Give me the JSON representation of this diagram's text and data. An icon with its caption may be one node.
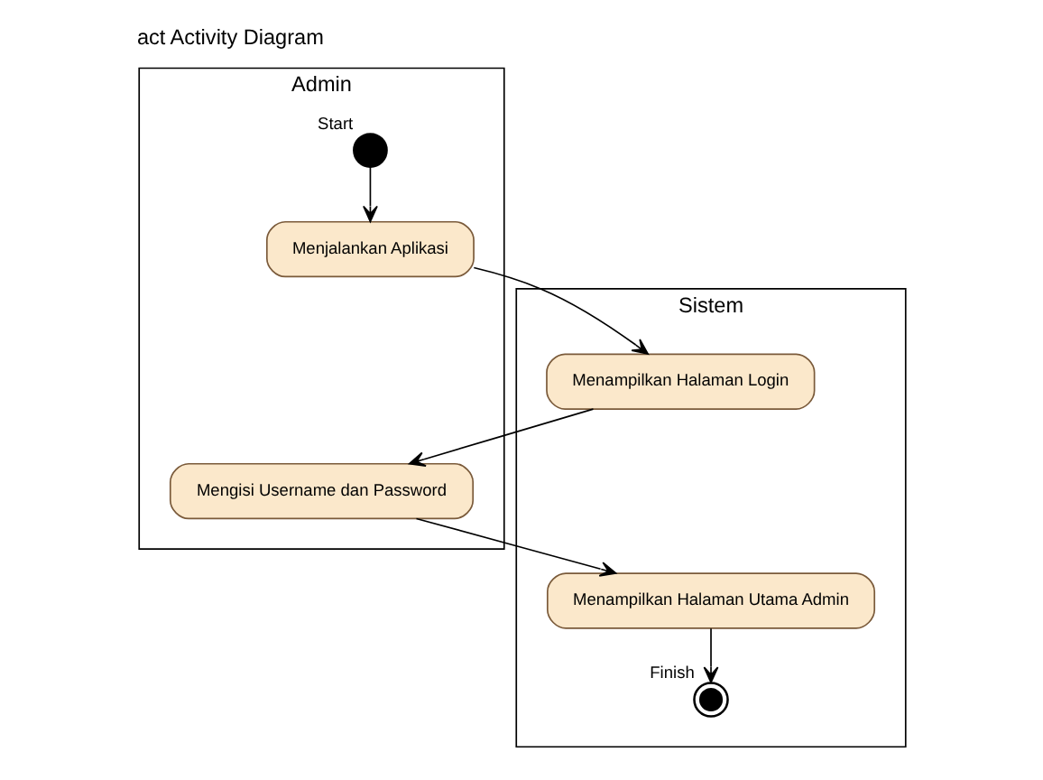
{
  "diagram": {
    "title": "act Activity Diagram",
    "nodes": [
      {
        "text": [
          "Admin"
        ]
      },
      {
        "text": [
          "Sistem"
        ]
      },
      {
        "text": [],
        "shape": "circle",
        "beside": [
          "Start"
        ],
        "in": 0
      },
      {
        "text": [
          "Menjalankan Aplikasi"
        ],
        "in": 0
      },
      {
        "text": [
          "Menampilkan Halaman Login"
        ],
        "in": 1
      },
      {
        "text": [
          "Mengisi Username dan Password"
        ],
        "in": 0
      },
      {
        "text": [
          "Menampilkan Halaman Utama Admin"
        ],
        "in": 1
      },
      {
        "text": [],
        "shape": "circle",
        "beside": [
          "Finish"
        ],
        "in": 1
      }
    ],
    "edges": [
      {
        "from": 2,
        "to": 3,
        "arrow": "to"
      },
      {
        "from": 3,
        "to": 4,
        "arrow": "to"
      },
      {
        "from": 4,
        "to": 5,
        "arrow": "to"
      },
      {
        "from": 5,
        "to": 6,
        "arrow": "to"
      },
      {
        "from": 6,
        "to": 7,
        "arrow": "to"
      }
    ]
  }
}
